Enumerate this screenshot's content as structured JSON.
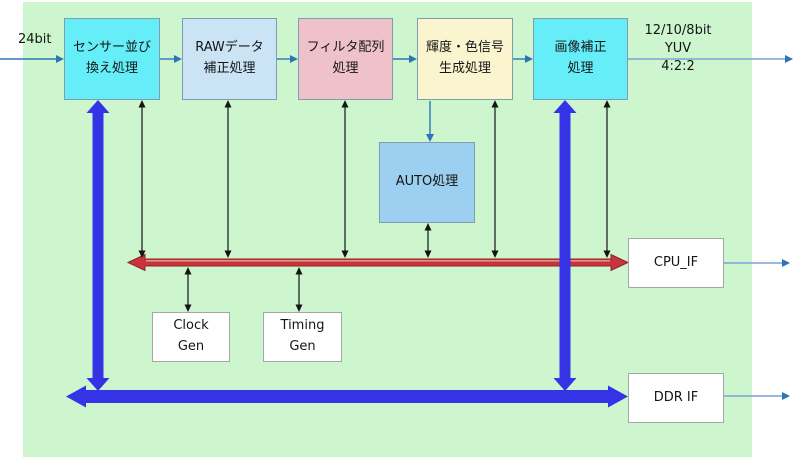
{
  "colors": {
    "background": "#CDF6CE",
    "cyan_block": "#66EEF8",
    "lightblue_block": "#CAE4F6",
    "pink_block": "#EFC2CA",
    "yellow_block": "#FAF4CF",
    "auto_block": "#9CCFF0",
    "bus_blue": "#3434E6",
    "bus_red": "#C9333B",
    "bus_red_border": "#8E2430",
    "bus_red_highlight": "#E8A58C",
    "flow_arrow": "#2E75B6",
    "io_arrow": "#7AA4D8"
  },
  "labels": {
    "input_bits": "24bit",
    "output_format": "12/10/8bit\nYUV\n4:2:2"
  },
  "blocks": {
    "sensor_reorder": "センサー並び\n換え処理",
    "raw_correction": "RAWデータ\n補正処理",
    "filter_array": "フィルタ配列\n処理",
    "luma_chroma": "輝度・色信号\n生成処理",
    "image_correction": "画像補正\n処理",
    "auto_process": "AUTO処理",
    "clock_gen": "Clock\nGen",
    "timing_gen": "Timing\nGen",
    "cpu_if": "CPU_IF",
    "ddr_if": "DDR IF"
  }
}
